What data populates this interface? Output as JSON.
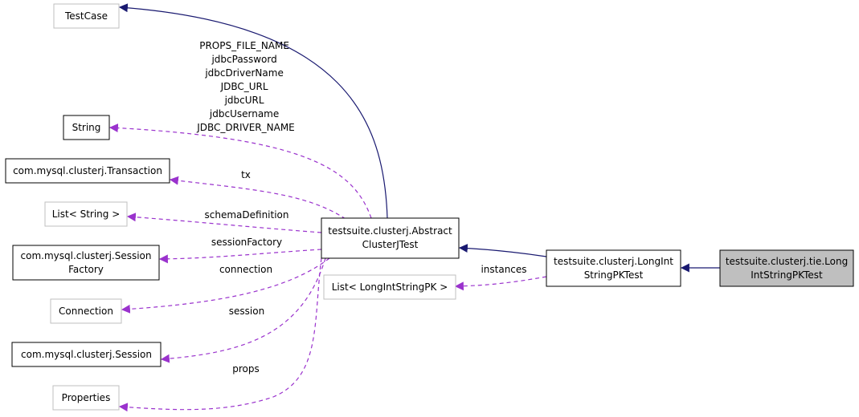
{
  "nodes": {
    "testcase": {
      "lines": [
        "TestCase"
      ],
      "style": "external"
    },
    "string": {
      "lines": [
        "String"
      ],
      "style": "normal"
    },
    "transaction": {
      "lines": [
        "com.mysql.clusterj.Transaction"
      ],
      "style": "normal"
    },
    "list_string": {
      "lines": [
        "List< String >"
      ],
      "style": "external"
    },
    "session_factory": {
      "lines": [
        "com.mysql.clusterj.Session",
        "Factory"
      ],
      "style": "normal"
    },
    "connection": {
      "lines": [
        "Connection"
      ],
      "style": "external"
    },
    "session": {
      "lines": [
        "com.mysql.clusterj.Session"
      ],
      "style": "normal"
    },
    "properties": {
      "lines": [
        "Properties"
      ],
      "style": "external"
    },
    "abstract": {
      "lines": [
        "testsuite.clusterj.Abstract",
        "ClusterJTest"
      ],
      "style": "normal"
    },
    "list_pk": {
      "lines": [
        "List< LongIntStringPK >"
      ],
      "style": "external"
    },
    "longint": {
      "lines": [
        "testsuite.clusterj.LongInt",
        "StringPKTest"
      ],
      "style": "normal"
    },
    "tie": {
      "lines": [
        "testsuite.clusterj.tie.Long",
        "IntStringPKTest"
      ],
      "style": "highlight"
    }
  },
  "labels": {
    "string_fields": [
      "PROPS_FILE_NAME",
      "jdbcPassword",
      "jdbcDriverName",
      "JDBC_URL",
      "jdbcURL",
      "jdbcUsername",
      "JDBC_DRIVER_NAME"
    ],
    "tx": "tx",
    "schema": "schemaDefinition",
    "session_factory": "sessionFactory",
    "connection": "connection",
    "session": "session",
    "props": "props",
    "instances": "instances"
  },
  "colors": {
    "inheritance": "#191970",
    "usage": "#9a32cd",
    "node_border": "#000000",
    "external_border": "#bfbfbf",
    "highlight_fill": "#bfbfbf"
  }
}
